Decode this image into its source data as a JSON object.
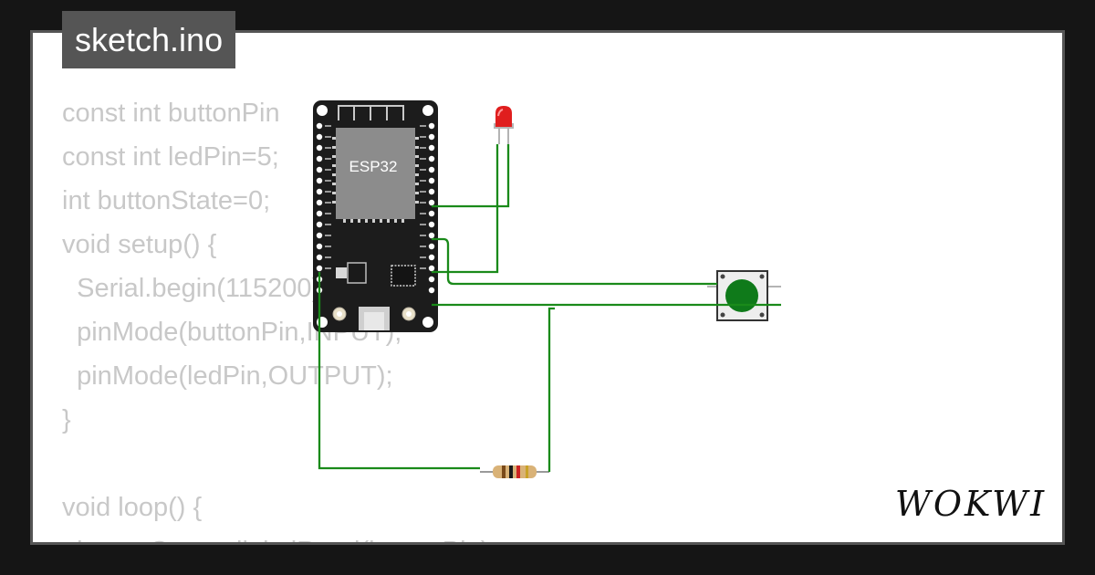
{
  "tab": {
    "filename": "sketch.ino"
  },
  "code": {
    "lines": [
      "const int buttonPin",
      "const int ledPin=5;",
      "int buttonState=0;",
      "void setup() {",
      "  Serial.begin(115200);",
      "  pinMode(buttonPin,INPUT);",
      "  pinMode(ledPin,OUTPUT);",
      "}",
      "",
      "void loop() {",
      "  buttonState=digitalRead(buttonPin);"
    ]
  },
  "board": {
    "chip_label": "ESP32"
  },
  "brand": {
    "logo_text": "WOKWI"
  },
  "colors": {
    "background": "#151515",
    "card_border": "#555555",
    "code_text": "#c8c8c8",
    "wire": "#1a8a1a",
    "board": "#1c1c1c",
    "led": "#e01e1e",
    "button_cap": "#0f7a1a"
  }
}
